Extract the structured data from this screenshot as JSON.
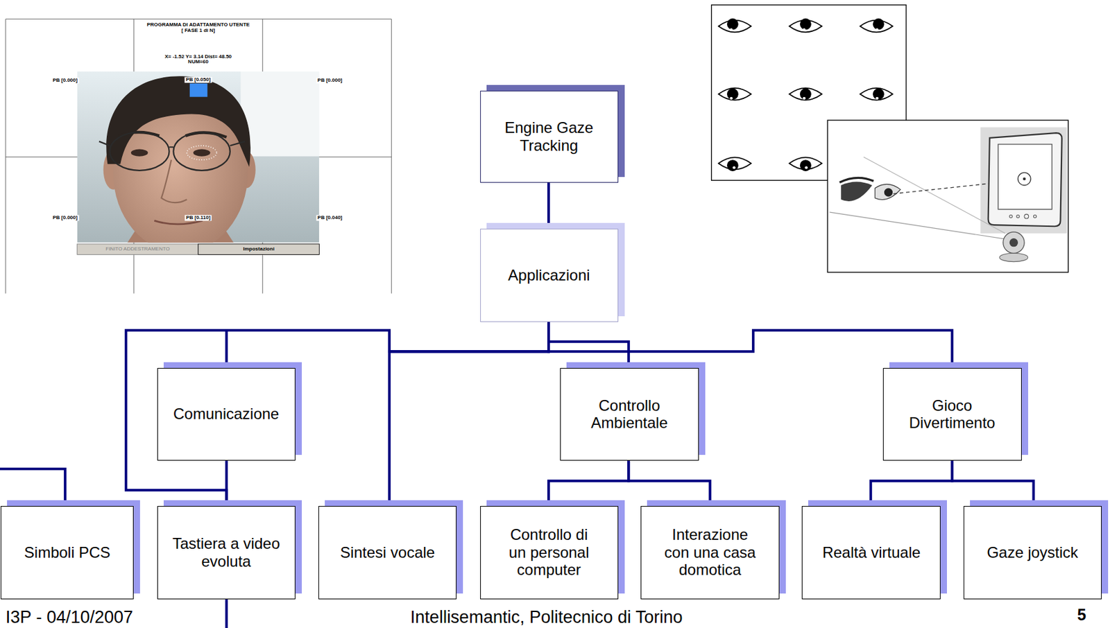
{
  "diagram": {
    "nodes": [
      {
        "text": [
          "Engine Gaze Tracking"
        ]
      },
      {
        "text": [
          "Applicazioni"
        ]
      },
      {
        "text": [
          "Comunicazione"
        ]
      },
      {
        "text": [
          "Controllo Ambientale"
        ]
      },
      {
        "text": [
          "Gioco Divertimento"
        ]
      },
      {
        "text": [
          "Simboli PCS"
        ]
      },
      {
        "text": [
          "Tastiera a video evoluta"
        ]
      },
      {
        "text": [
          "Sintesi vocale"
        ]
      },
      {
        "text": [
          "Controllo di un personal computer"
        ]
      },
      {
        "text": [
          "Interazione con una casa domotica"
        ]
      },
      {
        "text": [
          "Realtà virtuale"
        ]
      },
      {
        "text": [
          "Gaze joystick"
        ]
      }
    ],
    "edges": [
      {
        "from": 0,
        "to": 1,
        "arrow": "none"
      },
      {
        "from": 1,
        "to": 2,
        "arrow": "none"
      },
      {
        "from": 1,
        "to": 3,
        "arrow": "none"
      },
      {
        "from": 1,
        "to": 4,
        "arrow": "none"
      },
      {
        "from": 1,
        "to": 7,
        "arrow": "none"
      },
      {
        "from": 1,
        "to": 6,
        "arrow": "none"
      },
      {
        "from": 2,
        "to": 6,
        "arrow": "none"
      },
      {
        "from": 3,
        "to": 8,
        "arrow": "none"
      },
      {
        "from": 3,
        "to": 9,
        "arrow": "none"
      },
      {
        "from": 4,
        "to": 10,
        "arrow": "none"
      },
      {
        "from": 4,
        "to": 11,
        "arrow": "none"
      }
    ],
    "labels": [
      "PROGRAMMA DI ADATTAMENTO UTENTE",
      "[ FASE 1 di N]",
      "X= -1.52 Y= 3.14 Dist= 48.50",
      "NUM=60",
      "PB [0.000]",
      "PB [0.050]",
      "PB [0.000]",
      "PB [0.000]",
      "PB [0.110]",
      "PB [0.040]",
      "FINITO ADDESTRAMENTO",
      "Impostazioni",
      "I3P - 04/10/2007",
      "Intellisemantic, Politecnico di Torino",
      "5"
    ]
  }
}
